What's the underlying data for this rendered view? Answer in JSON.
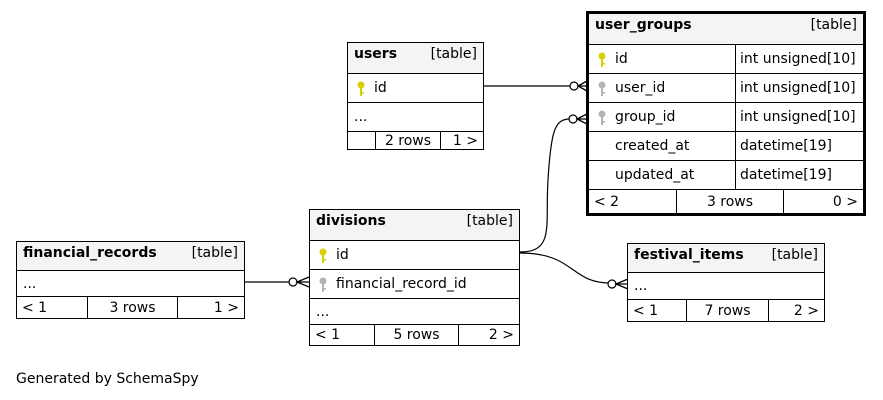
{
  "tables": {
    "users": {
      "name": "users",
      "tag": "[table]",
      "columns": [
        {
          "name": "id",
          "key": "primary"
        }
      ],
      "ellipsis": "...",
      "footer": {
        "left": "",
        "rows": "2 rows",
        "right": "1 >"
      }
    },
    "user_groups": {
      "name": "user_groups",
      "tag": "[table]",
      "columns": [
        {
          "name": "id",
          "type": "int unsigned[10]",
          "key": "primary"
        },
        {
          "name": "user_id",
          "type": "int unsigned[10]",
          "key": "foreign"
        },
        {
          "name": "group_id",
          "type": "int unsigned[10]",
          "key": "foreign"
        },
        {
          "name": "created_at",
          "type": "datetime[19]",
          "key": "none"
        },
        {
          "name": "updated_at",
          "type": "datetime[19]",
          "key": "none"
        }
      ],
      "footer": {
        "left": "< 2",
        "rows": "3 rows",
        "right": "0 >"
      }
    },
    "divisions": {
      "name": "divisions",
      "tag": "[table]",
      "columns": [
        {
          "name": "id",
          "key": "primary"
        },
        {
          "name": "financial_record_id",
          "key": "foreign"
        }
      ],
      "ellipsis": "...",
      "footer": {
        "left": "< 1",
        "rows": "5 rows",
        "right": "2 >"
      }
    },
    "financial_records": {
      "name": "financial_records",
      "tag": "[table]",
      "ellipsis": "...",
      "footer": {
        "left": "< 1",
        "rows": "3 rows",
        "right": "1 >"
      }
    },
    "festival_items": {
      "name": "festival_items",
      "tag": "[table]",
      "ellipsis": "...",
      "footer": {
        "left": "< 1",
        "rows": "7 rows",
        "right": "2 >"
      }
    }
  },
  "colors": {
    "primary_key": "#d8d000",
    "foreign_key": "#b4b4b4",
    "header_bg": "#f4f4f4"
  },
  "footer_note": "Generated by SchemaSpy"
}
